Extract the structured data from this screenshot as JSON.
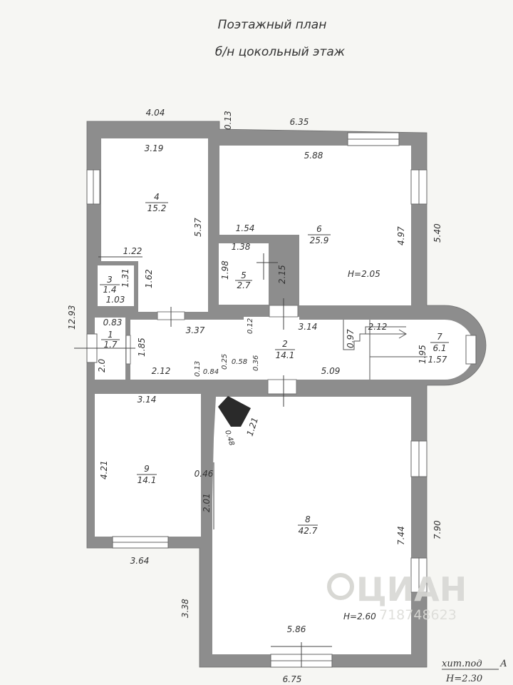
{
  "title": "Поэтажный план",
  "subtitle": "б/н цокольный этаж",
  "rooms": [
    {
      "num": "4",
      "area": "15.2"
    },
    {
      "num": "6",
      "area": "25.9"
    },
    {
      "num": "3",
      "area": "1.4"
    },
    {
      "num": "5",
      "area": "2.7"
    },
    {
      "num": "1",
      "area": "1.7"
    },
    {
      "num": "2",
      "area": "14.1"
    },
    {
      "num": "7",
      "area": "6.1"
    },
    {
      "num": "9",
      "area": "14.1"
    },
    {
      "num": "8",
      "area": "42.7"
    }
  ],
  "heights": {
    "h6": "H=2.05",
    "h8": "H=2.60"
  },
  "dims": {
    "top_left": "4.04",
    "top_013": "0.13",
    "top_right": "6.35",
    "r4_top": "3.19",
    "r4_right": "5.37",
    "r6_top": "5.88",
    "r6_right": "4.97",
    "outer_right_top": "5.40",
    "r6_154": "1.54",
    "r5_138": "1.38",
    "r5_198": "1.98",
    "r5_215": "2.15",
    "r3_122": "1.22",
    "r3_131": "1.31",
    "r3_103": "1.03",
    "r4_162": "1.62",
    "left_total": "12.93",
    "r1_083": "0.83",
    "r1_20": "2.0",
    "c_185": "1.85",
    "c_337": "3.37",
    "c_012": "0.12",
    "c_314": "3.14",
    "c_097": "0.97",
    "c_212": "2.12",
    "c_195": "1.95",
    "c_157": "1.57",
    "c_212b": "2.12",
    "c_013": "0.13",
    "c_084": "0.84",
    "c_025": "0.25",
    "c_058": "0.58",
    "c_036": "0.36",
    "c_509": "5.09",
    "r9_top": "3.14",
    "r9_left": "4.21",
    "r9_046": "0.46",
    "r9_201": "2.01",
    "r9_bottom": "3.64",
    "left_338": "3.38",
    "r8_121": "1.21",
    "r8_048": "0.48",
    "r8_right": "7.44",
    "outer_right_bottom": "7.90",
    "r8_bottom": "5.86",
    "outer_bottom": "6.75"
  },
  "footer": {
    "note": "хит.под",
    "letter": "А",
    "height": "H=2.30"
  },
  "watermark": {
    "brand": "ЦИАН",
    "id": "718748623"
  }
}
